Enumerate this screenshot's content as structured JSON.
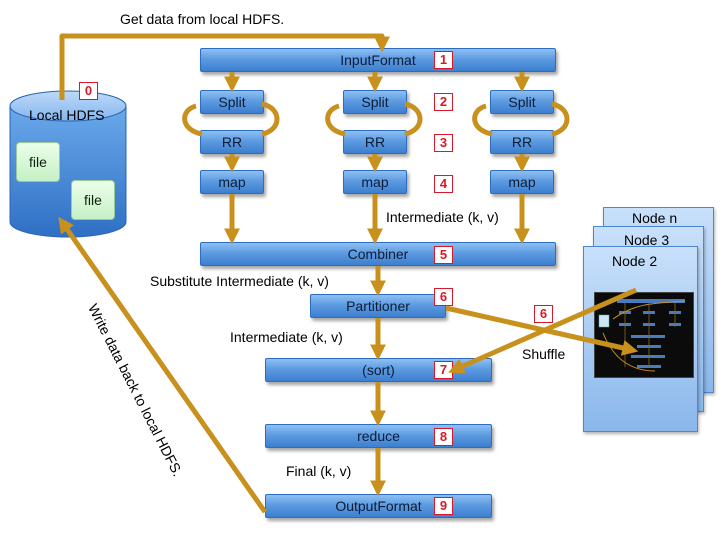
{
  "flow": {
    "get_data": "Get data  from local HDFS.",
    "write_back": "Write data back to local HDFS.",
    "intermediate_kv": "Intermediate (k, v)",
    "substitute_kv": "Substitute Intermediate (k, v)",
    "intermediate_kv_2": "Intermediate (k, v)",
    "shuffle": "Shuffle",
    "final_kv": "Final (k, v)"
  },
  "hdfs": {
    "title": "Local HDFS",
    "files": [
      "file",
      "file"
    ]
  },
  "boxes": {
    "input_format": "InputFormat",
    "split": "Split",
    "rr": "RR",
    "map": "map",
    "combiner": "Combiner",
    "partitioner": "Partitioner",
    "sort": "(sort)",
    "reduce": "reduce",
    "output_format": "OutputFormat"
  },
  "steps": [
    "0",
    "1",
    "2",
    "3",
    "4",
    "5",
    "6",
    "6",
    "7",
    "8",
    "9"
  ],
  "nodes": [
    "Node n",
    "Node 3",
    "Node 2"
  ],
  "colors": {
    "arrow": "#c8901c",
    "box": "#5d9be0",
    "badge": "#d9182a",
    "node": "#8ab7ec"
  }
}
